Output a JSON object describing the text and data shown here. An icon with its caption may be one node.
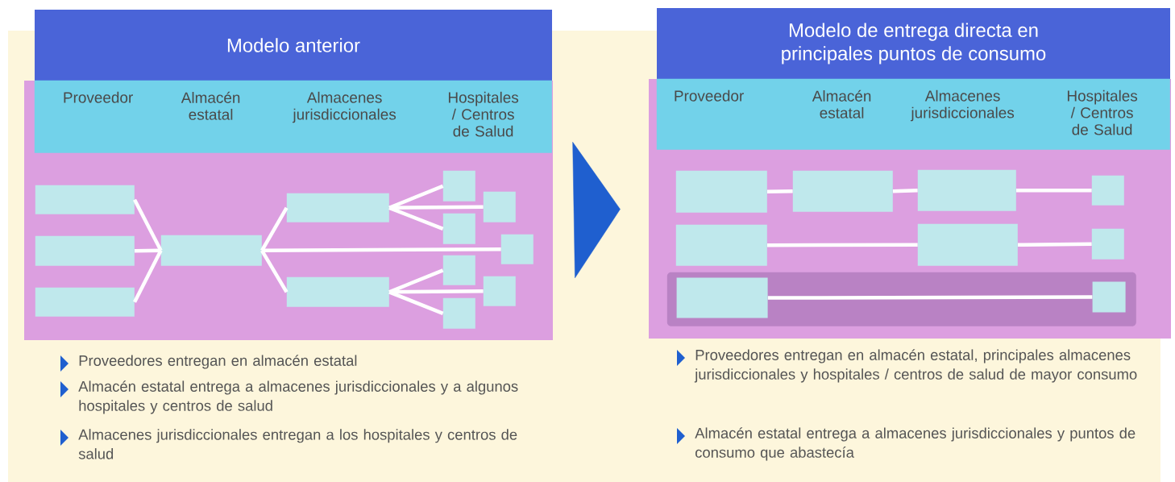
{
  "diagram": {
    "nodes": [
      {
        "text": [
          "Modelo anterior"
        ]
      },
      {
        "text": [
          "Proveedor",
          "Almacén estatal",
          "Almacenes jurisdiccionales",
          "Hospitales / Centros de Salud"
        ],
        "in": 2
      },
      {
        "text": [],
        "shape": "box"
      },
      {
        "text": [],
        "shape": "box",
        "in": 2
      },
      {
        "text": [],
        "shape": "box",
        "in": 2
      },
      {
        "text": [],
        "shape": "box",
        "in": 2
      },
      {
        "text": [],
        "shape": "box",
        "in": 2
      },
      {
        "text": [],
        "shape": "box",
        "in": 2
      },
      {
        "text": [],
        "shape": "box",
        "in": 2
      },
      {
        "text": [],
        "shape": "box",
        "in": 2
      },
      {
        "text": [],
        "shape": "box",
        "in": 2
      },
      {
        "text": [],
        "shape": "box",
        "in": 2
      },
      {
        "text": [],
        "shape": "box",
        "in": 2
      },
      {
        "text": [],
        "shape": "box",
        "in": 2
      },
      {
        "text": [],
        "shape": "box",
        "in": 2
      },
      {
        "text": [],
        "shape": "box",
        "in": 2
      },
      {
        "text": [
          "Modelo de entrega directa en principales puntos de consumo"
        ]
      },
      {
        "text": [
          "Proveedor",
          "Almacén estatal",
          "Almacenes jurisdiccionales",
          "Hospitales / Centros de Salud"
        ],
        "in": 18
      },
      {
        "text": [],
        "shape": "box"
      },
      {
        "text": [],
        "shape": "box",
        "in": 18
      },
      {
        "text": [],
        "shape": "box",
        "in": 18
      },
      {
        "text": [],
        "shape": "box",
        "in": 18
      },
      {
        "text": [],
        "shape": "box",
        "in": 18
      },
      {
        "text": [],
        "shape": "box",
        "in": 18
      },
      {
        "text": [],
        "shape": "box",
        "in": 18
      },
      {
        "text": [],
        "shape": "box",
        "in": 18
      },
      {
        "text": [],
        "shape": "bar",
        "in": 18
      },
      {
        "text": [],
        "shape": "box",
        "in": 26
      },
      {
        "text": [],
        "shape": "box",
        "in": 26
      }
    ],
    "edges": [
      {
        "from": 3,
        "to": 6,
        "arrow": "none"
      },
      {
        "from": 4,
        "to": 6,
        "arrow": "none"
      },
      {
        "from": 5,
        "to": 6,
        "arrow": "none"
      },
      {
        "from": 6,
        "to": 7,
        "arrow": "none"
      },
      {
        "from": 6,
        "to": 12,
        "arrow": "none"
      },
      {
        "from": 6,
        "to": 8,
        "arrow": "none"
      },
      {
        "from": 7,
        "to": 9,
        "arrow": "none"
      },
      {
        "from": 7,
        "to": 10,
        "arrow": "none"
      },
      {
        "from": 7,
        "to": 11,
        "arrow": "none"
      },
      {
        "from": 8,
        "to": 13,
        "arrow": "none"
      },
      {
        "from": 8,
        "to": 14,
        "arrow": "none"
      },
      {
        "from": 8,
        "to": 15,
        "arrow": "none"
      },
      {
        "from": 19,
        "to": 20,
        "arrow": "none"
      },
      {
        "from": 20,
        "to": 21,
        "arrow": "none"
      },
      {
        "from": 21,
        "to": 22,
        "arrow": "none"
      },
      {
        "from": 23,
        "to": 24,
        "arrow": "none"
      },
      {
        "from": 24,
        "to": 25,
        "arrow": "none"
      },
      {
        "from": 27,
        "to": 28,
        "arrow": "none"
      },
      {
        "from": 2,
        "to": 18,
        "arrow": "to",
        "color": "#1f5fcf"
      }
    ],
    "labels": [
      "Proveedores entregan en almacén estatal",
      "Almacén estatal entrega a almacenes jurisdiccionales y a algunos hospitales y centros de salud",
      "Almacenes jurisdiccionales entregan a los hospitales y centros de salud",
      "Proveedores entregan en almacén estatal, principales almacenes jurisdiccionales y hospitales / centros de salud de mayor consumo",
      "Almacén estatal entrega a almacenes jurisdiccionales y puntos de consumo que abastecía"
    ]
  }
}
